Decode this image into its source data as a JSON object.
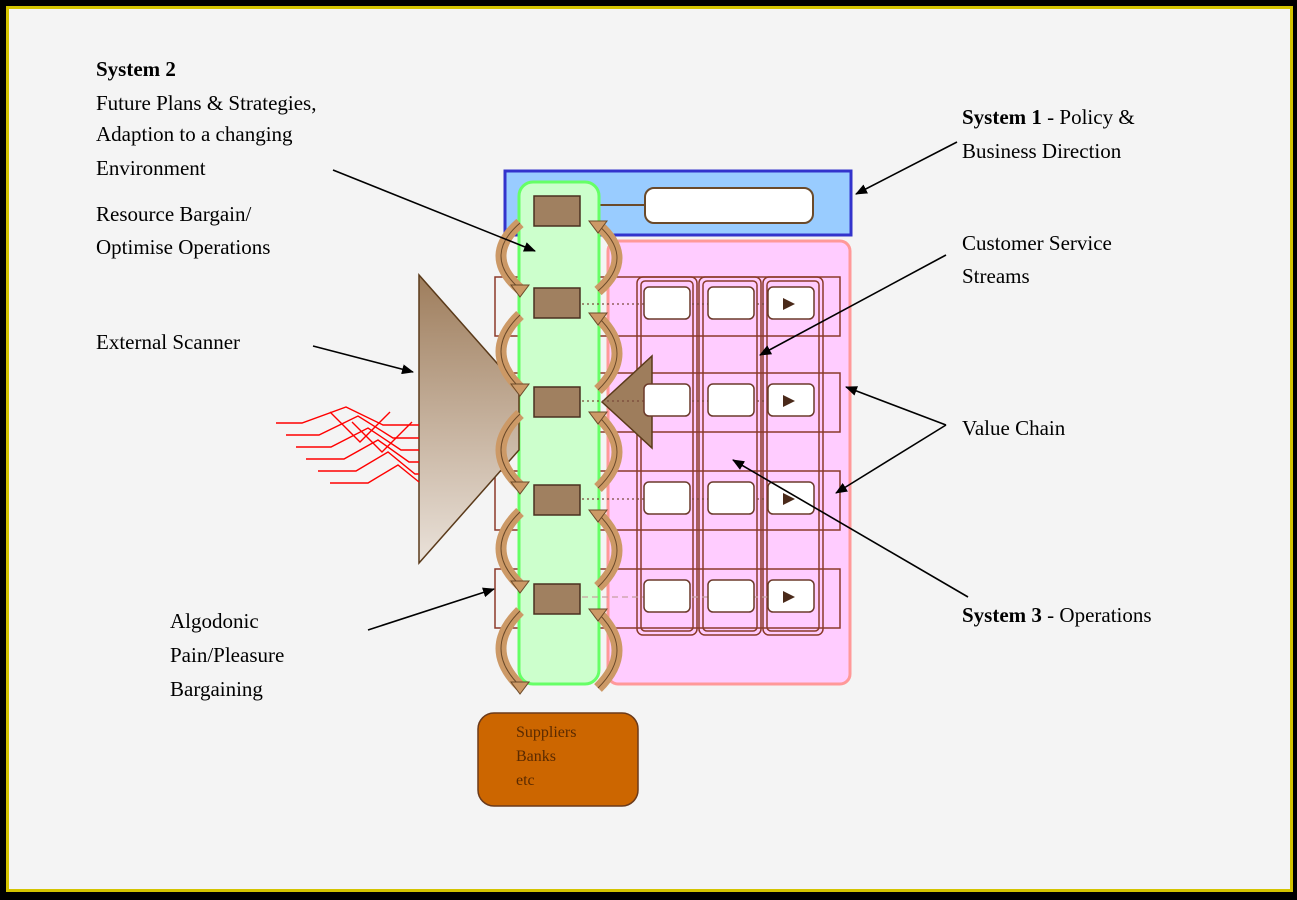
{
  "system2": {
    "title": "System 2",
    "line1": "Future Plans & Strategies,",
    "line2": "Adaption to a changing",
    "line3": "Environment"
  },
  "resource": {
    "line1": "Resource Bargain/",
    "line2": "Optimise Operations"
  },
  "scanner": {
    "label": "External Scanner"
  },
  "algodonic": {
    "line1": "Algodonic",
    "line2": "Pain/Pleasure",
    "line3": "Bargaining"
  },
  "system1": {
    "title": "System 1",
    "suffix": " - Policy &",
    "line2": "Business Direction"
  },
  "customer": {
    "line1": "Customer Service",
    "line2": "Streams"
  },
  "valuechain": {
    "label": "Value Chain"
  },
  "system3": {
    "title": "System 3",
    "suffix": " - Operations"
  },
  "suppliers": {
    "line1": "Suppliers",
    "line2": "Banks",
    "line3": "etc"
  },
  "colors": {
    "system1_box": "#99ccff",
    "system1_border": "#3333cc",
    "operations_area": "#ffccff",
    "operations_border": "#ff9999",
    "channel": "#ccffcc",
    "channel_border": "#66ff66",
    "node": "#a08060",
    "arrow": "#cc9966",
    "suppliers_box": "#cc6600",
    "signal": "#ff0000",
    "frame_border": "#d4c400"
  }
}
